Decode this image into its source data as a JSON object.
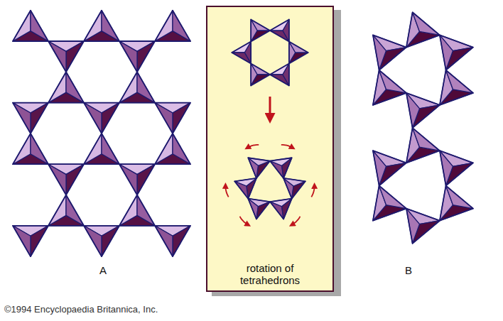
{
  "diagram": {
    "nodes": [
      {
        "text": [
          "rotation of tetrahedrons"
        ]
      }
    ],
    "labels": [
      "A",
      "B",
      "©1994 Encyclopaedia Britannica, Inc."
    ]
  }
}
